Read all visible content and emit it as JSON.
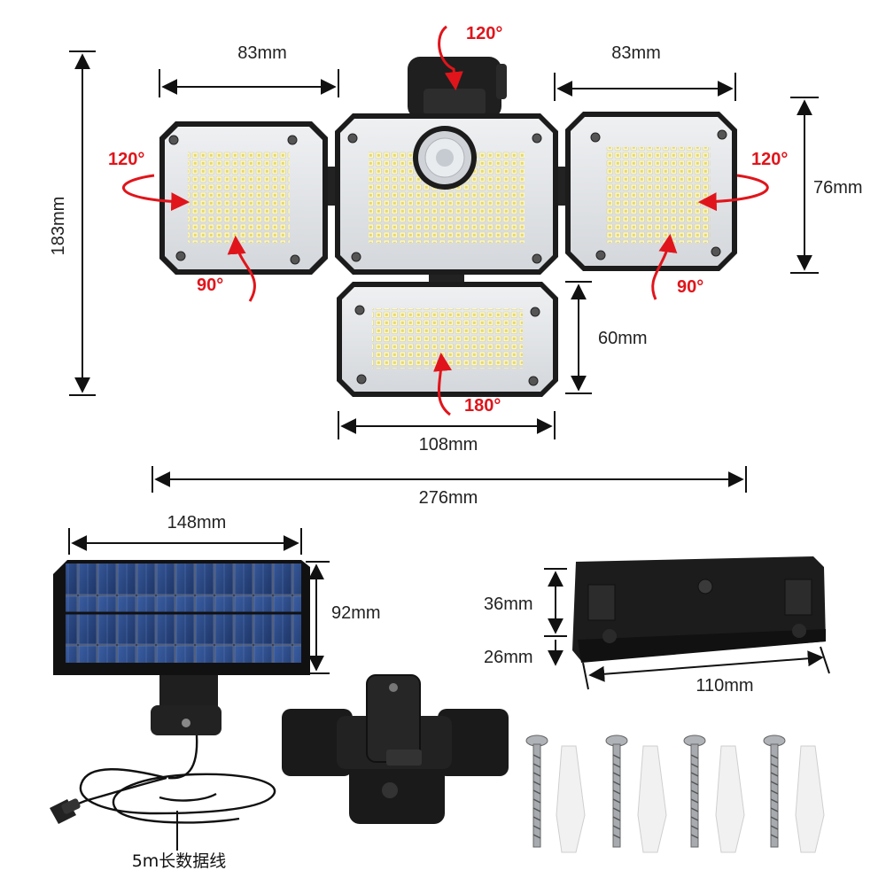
{
  "dimensions": {
    "left_panel_width": "83mm",
    "right_panel_width": "83mm",
    "overall_height": "183mm",
    "side_panel_height": "76mm",
    "bottom_panel_height": "60mm",
    "bottom_panel_width": "108mm",
    "overall_width": "276mm",
    "solar_panel_width": "148mm",
    "solar_panel_height": "92mm",
    "bracket_height_1": "36mm",
    "bracket_height_2": "26mm",
    "bracket_width": "110mm"
  },
  "angles": {
    "top_rotation": "120°",
    "left_rotation": "120°",
    "right_rotation": "120°",
    "left_tilt": "90°",
    "right_tilt": "90°",
    "bottom_tilt": "180°"
  },
  "cable_caption": "5m长数据线",
  "colors": {
    "annotation_red": "#e0151b",
    "dimension_line": "#111111",
    "housing": "#1c1c1c",
    "led": "#f4f1d0",
    "solar_cell": "#2c4a86"
  }
}
